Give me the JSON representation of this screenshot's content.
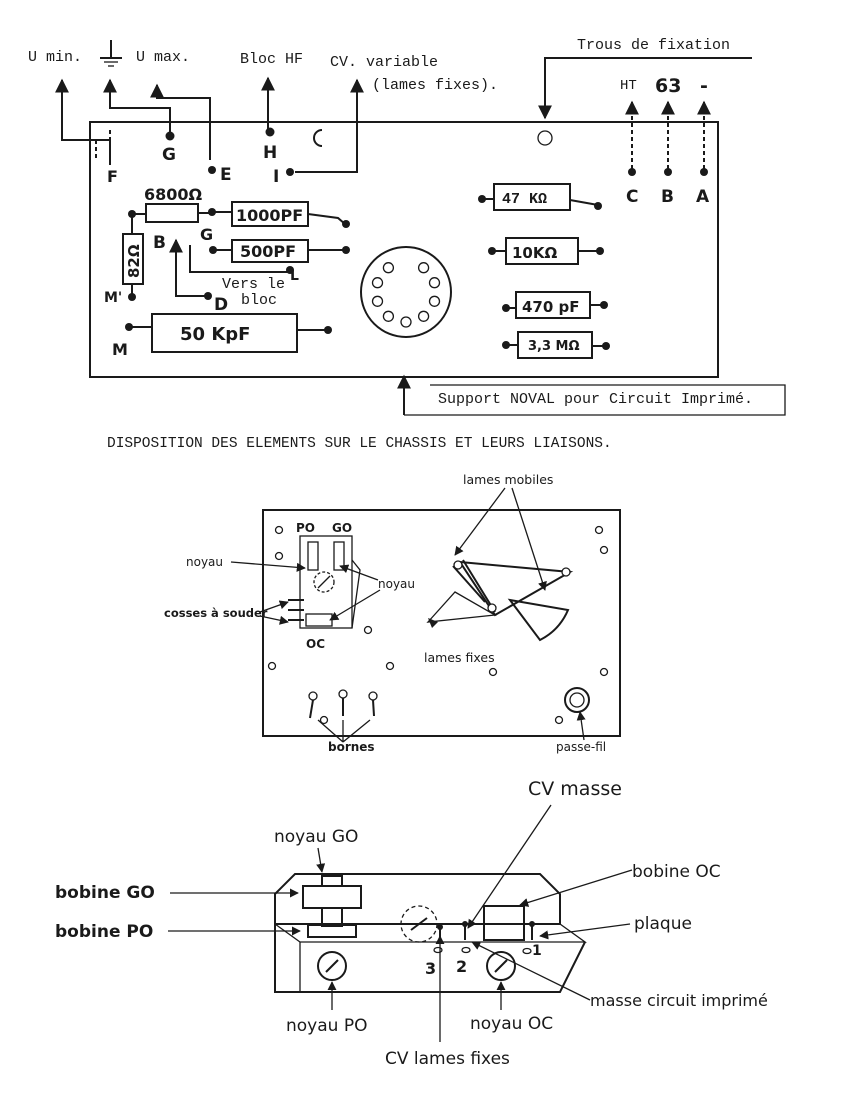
{
  "top_diagram": {
    "labels": {
      "u_min": "U min.",
      "u_max": "U max.",
      "bloc_hf": "Bloc HF",
      "cv_variable_1": "CV. variable",
      "cv_variable_2": "(lames fixes).",
      "trous": "Trous de fixation",
      "ht": "HT",
      "ht_63": "63",
      "ht_minus": "-",
      "support_noval": "Support NOVAL pour Circuit Imprimé.",
      "vers_1": "Vers le",
      "vers_2": "bloc"
    },
    "terminals": {
      "G": "G",
      "E": "E",
      "H": "H",
      "I": "I",
      "F": "F",
      "C": "C",
      "B": "B",
      "A": "A",
      "B2": "B",
      "G2": "G",
      "L": "L",
      "D": "D",
      "Mp": "M'",
      "M": "M"
    },
    "components": {
      "r6800": "6800Ω",
      "c1000": "1000PF",
      "c500": "500PF",
      "r82": "82Ω",
      "c50k": "50 KpF",
      "r47k": "47 KΩ",
      "r10k": "10KΩ",
      "c470": "470 pF",
      "r33m": "3,3 MΩ"
    }
  },
  "caption": "DISPOSITION DES ELEMENTS SUR LE CHASSIS ET LEURS LIAISONS.",
  "middle_diagram": {
    "lames_mobiles": "lames mobiles",
    "po": "PO",
    "go": "GO",
    "noyau_left": "noyau",
    "noyau_right": "noyau",
    "cosses": "cosses à souder",
    "oc": "OC",
    "lames_fixes": "lames fixes",
    "bornes": "bornes",
    "passe_fil": "passe-fil"
  },
  "bottom_diagram": {
    "cv_masse": "CV masse",
    "noyau_go": "noyau GO",
    "bobine_oc": "bobine OC",
    "bobine_go": "bobine GO",
    "bobine_po": "bobine PO",
    "plaque": "plaque",
    "n3": "3",
    "n2": "2",
    "n1": "1",
    "masse_ci": "masse circuit imprimé",
    "noyau_po": "noyau PO",
    "noyau_oc": "noyau OC",
    "cv_lames_fixes": "CV lames fixes"
  }
}
